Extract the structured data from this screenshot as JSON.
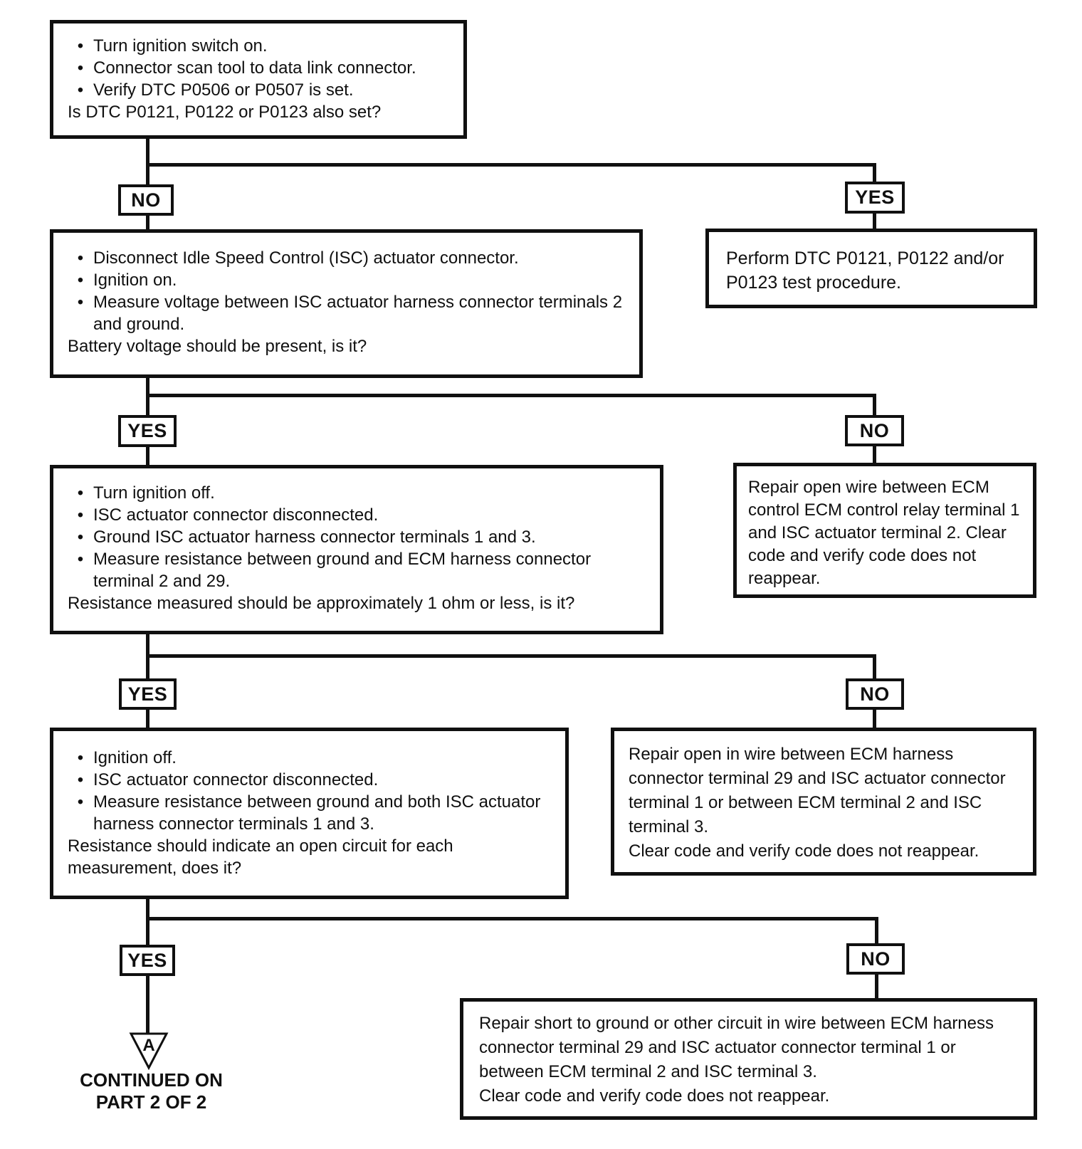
{
  "labels": {
    "yes": "YES",
    "no": "NO",
    "bullet": "•"
  },
  "nodes": {
    "check_dtc": {
      "bullets": [
        "Turn ignition switch on.",
        "Connector scan tool to data link connector.",
        "Verify DTC P0506 or P0507 is set."
      ],
      "question": "Is DTC P0121, P0122 or P0123 also set?"
    },
    "perform_dtc_test": {
      "text": "Perform DTC P0121, P0122 and/or P0123 test procedure."
    },
    "check_battery_voltage": {
      "bullets": [
        "Disconnect Idle Speed Control (ISC) actuator connector.",
        "Ignition on.",
        "Measure voltage between ISC actuator harness connector terminals 2 and ground."
      ],
      "question": "Battery voltage should be present, is it?"
    },
    "repair_open_wire": {
      "text": "Repair open wire between ECM control ECM control relay terminal 1 and ISC actuator terminal 2. Clear code and verify code does not reappear."
    },
    "check_resistance_ecm": {
      "bullets": [
        "Turn ignition off.",
        "ISC actuator connector disconnected.",
        "Ground ISC actuator harness connector terminals 1 and 3.",
        "Measure resistance between ground and ECM harness connector terminal 2 and 29."
      ],
      "question": "Resistance measured should be approximately 1 ohm or less, is it?"
    },
    "repair_open_in_wire": {
      "text": "Repair open in wire between ECM harness connector terminal 29 and ISC actuator connector terminal 1 or between ECM terminal 2 and ISC terminal 3.",
      "text2": "Clear code and verify code does not reappear."
    },
    "check_open_circuit": {
      "bullets": [
        "Ignition off.",
        "ISC actuator connector disconnected.",
        "Measure resistance between ground and both ISC actuator harness connector terminals 1 and 3."
      ],
      "question": "Resistance should indicate an open circuit for each measurement, does it?"
    },
    "repair_short_to_ground": {
      "text": "Repair short to ground or other circuit in wire between ECM harness connector terminal 29 and ISC actuator connector terminal 1 or between ECM terminal 2 and ISC terminal 3.",
      "text2": "Clear code and verify code does not reappear."
    }
  },
  "offpage": {
    "letter": "A",
    "caption_line1": "CONTINUED ON",
    "caption_line2": "PART 2 OF 2"
  },
  "colors": {
    "ink": "#101010",
    "paper": "#ffffff"
  }
}
